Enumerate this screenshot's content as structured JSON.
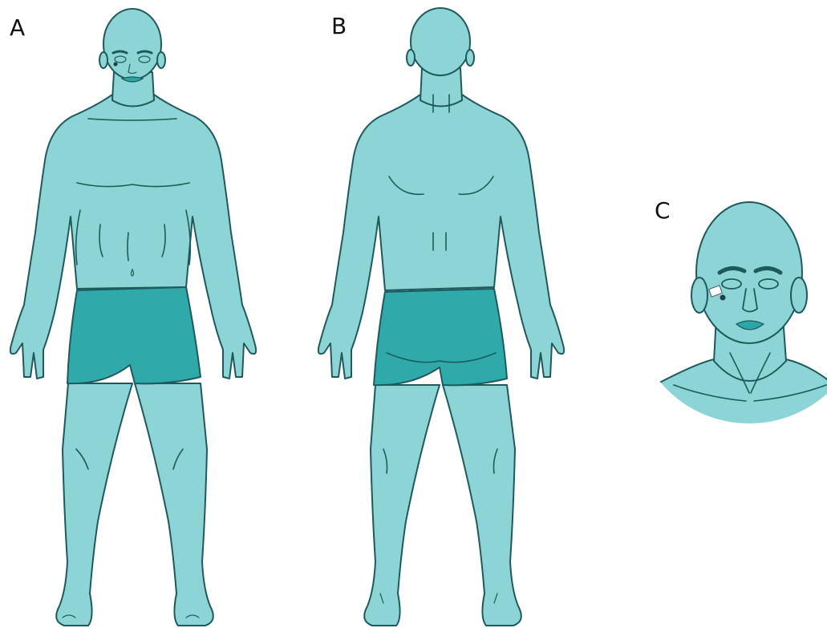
{
  "panels": {
    "a": {
      "label": "A"
    },
    "b": {
      "label": "B"
    },
    "c": {
      "label": "C"
    }
  },
  "colors": {
    "skin": "#8dd4d6",
    "shorts": "#2fa9aa",
    "outline": "#1e5a5d",
    "lesion": "#1e3f42"
  }
}
